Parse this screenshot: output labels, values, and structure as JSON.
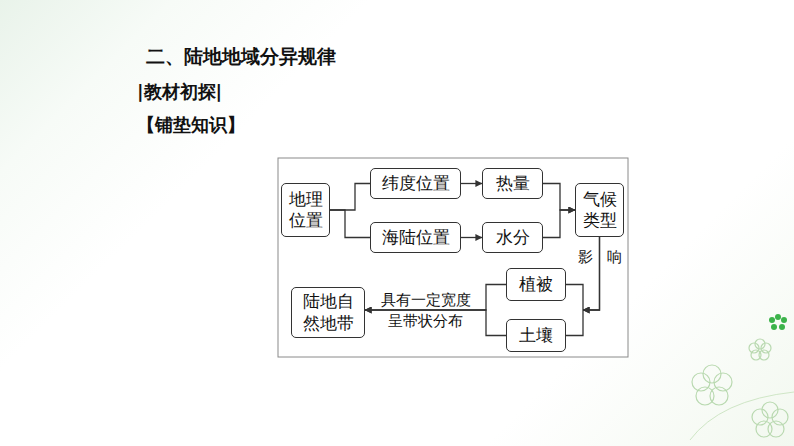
{
  "diagram": {
    "title": "二、陆地地域分异规律",
    "nodes": [
      {
        "text": [
          "地理位置"
        ]
      },
      {
        "text": [
          "纬度位置"
        ]
      },
      {
        "text": [
          "热量"
        ]
      },
      {
        "text": [
          "海陆位置"
        ]
      },
      {
        "text": [
          "水分"
        ]
      },
      {
        "text": [
          "气候类型"
        ]
      },
      {
        "text": [
          "植被"
        ]
      },
      {
        "text": [
          "土壤"
        ]
      },
      {
        "text": [
          "陆地自然地带"
        ]
      }
    ],
    "edges": [
      {
        "from": 0,
        "to": 1,
        "arrow": "none"
      },
      {
        "from": 0,
        "to": 3,
        "arrow": "none"
      },
      {
        "from": 1,
        "to": 2,
        "arrow": "to"
      },
      {
        "from": 3,
        "to": 4,
        "arrow": "to"
      },
      {
        "from": 2,
        "to": 5,
        "arrow": "to"
      },
      {
        "from": 4,
        "to": 5,
        "arrow": "to"
      },
      {
        "from": 5,
        "to": 6,
        "arrow": "to",
        "label": "影响"
      },
      {
        "from": 5,
        "to": 7,
        "arrow": "to"
      },
      {
        "from": 6,
        "to": 8,
        "arrow": "to",
        "label": "具有一定宽度"
      },
      {
        "from": 7,
        "to": 8,
        "arrow": "to",
        "label": "呈带状分布"
      }
    ],
    "labels": [
      "|教材初探|",
      "【铺垫知识】"
    ]
  }
}
